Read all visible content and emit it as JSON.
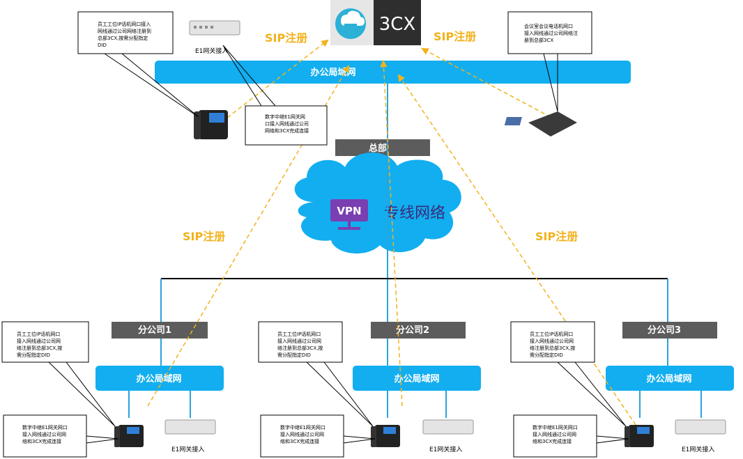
{
  "hq": {
    "label": "总部",
    "lan_label": "办公局域网",
    "logo_text": "3CX",
    "gateway_label": "E1网关接入",
    "callout_phone": [
      "员工工位IP话机网口接入",
      "网线通过公司网络注册到",
      "总部3CX,按需分配指定",
      "DID"
    ],
    "callout_gateway": [
      "数字中继E1网关网",
      "口接入网线通过公司",
      "网络和3CX完成连接"
    ],
    "callout_conference": [
      "会议室会议电话机网口",
      "接入网线通过公司网络注",
      "册到总部3CX"
    ]
  },
  "cloud": {
    "vpn_label": "VPN",
    "title": "专线网络"
  },
  "sip_label": "SIP注册",
  "branches": [
    {
      "name": "分公司1",
      "lan_label": "办公局域网",
      "gateway_label": "E1网关接入",
      "callout_phone": [
        "员工工位IP话机网口",
        "接入网线通过公司网",
        "络注册到总部3CX,按",
        "需分配指定DID"
      ],
      "callout_gateway": [
        "数字中继E1网关网口",
        "接入网线通过公司网",
        "络和3CX完成连接"
      ]
    },
    {
      "name": "分公司2",
      "lan_label": "办公局域网",
      "gateway_label": "E1网关接入",
      "callout_phone": [
        "员工工位IP话机网口",
        "接入网线通过公司网",
        "络注册到总部3CX,按",
        "需分配指定DID"
      ],
      "callout_gateway": [
        "数字中继E1网关网口",
        "接入网线通过公司网",
        "络和3CX完成连接"
      ]
    },
    {
      "name": "分公司3",
      "lan_label": "办公局域网",
      "gateway_label": "E1网关接入",
      "callout_phone": [
        "员工工位IP话机网口",
        "接入网线通过公司网",
        "络注册到总部3CX,按",
        "需分配指定DID"
      ],
      "callout_gateway": [
        "数字中继E1网关网口",
        "接入网线通过公司网",
        "络和3CX完成连接"
      ]
    }
  ],
  "colors": {
    "lan": "#12aef0",
    "sip": "#f2b21c",
    "tag": "#5c5c5c",
    "line": "#2aa3dc"
  }
}
